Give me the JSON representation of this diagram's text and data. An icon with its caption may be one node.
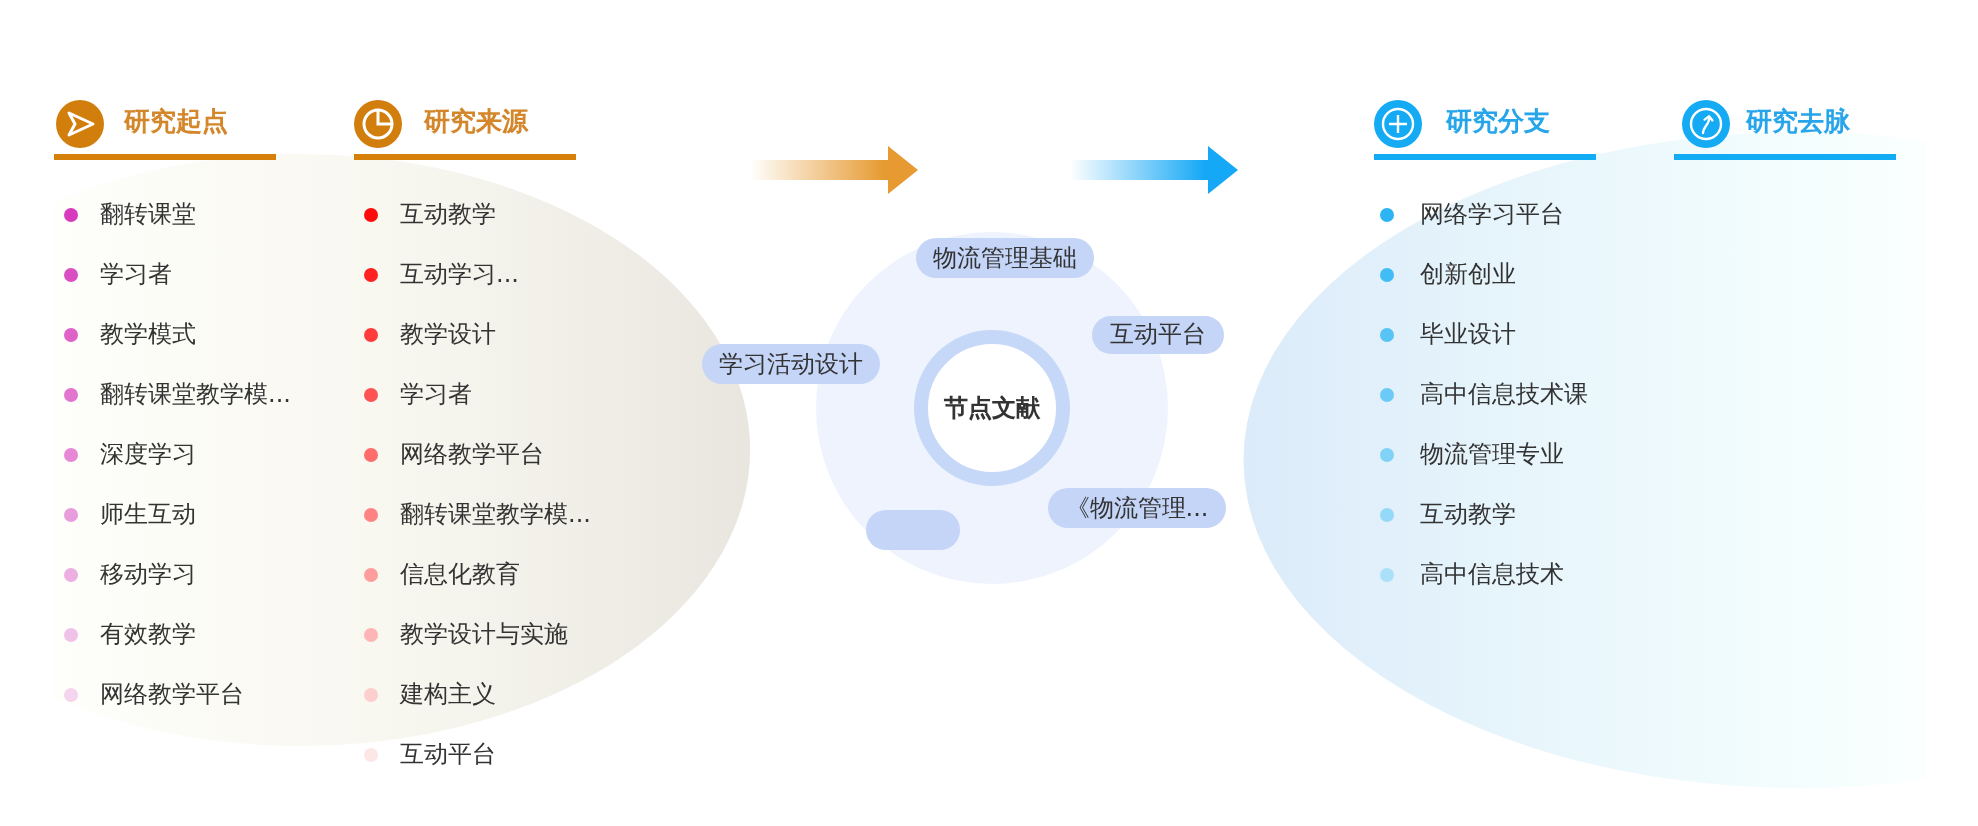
{
  "diagram": {
    "nodes": [
      {
        "text": [
          "物流管理基础"
        ]
      },
      {
        "text": [
          "互动平台"
        ]
      },
      {
        "text": [
          "学习活动设计"
        ]
      },
      {
        "text": [
          "节点文献"
        ]
      },
      {
        "text": [
          "《物流管理..."
        ]
      },
      {
        "text": [],
        "shape": "box"
      }
    ],
    "labels": [
      "研究起点",
      "翻转课堂",
      "学习者",
      "教学模式",
      "翻转课堂教学模...",
      "深度学习",
      "师生互动",
      "移动学习",
      "有效教学",
      "网络教学平台",
      "研究来源",
      "互动教学",
      "互动学习...",
      "教学设计",
      "学习者",
      "网络教学平台",
      "翻转课堂教学模...",
      "信息化教育",
      "教学设计与实施",
      "建构主义",
      "互动平台",
      "研究分支",
      "网络学习平台",
      "创新创业",
      "毕业设计",
      "高中信息技术课",
      "物流管理专业",
      "互动教学",
      "高中信息技术",
      "研究去脉"
    ]
  }
}
